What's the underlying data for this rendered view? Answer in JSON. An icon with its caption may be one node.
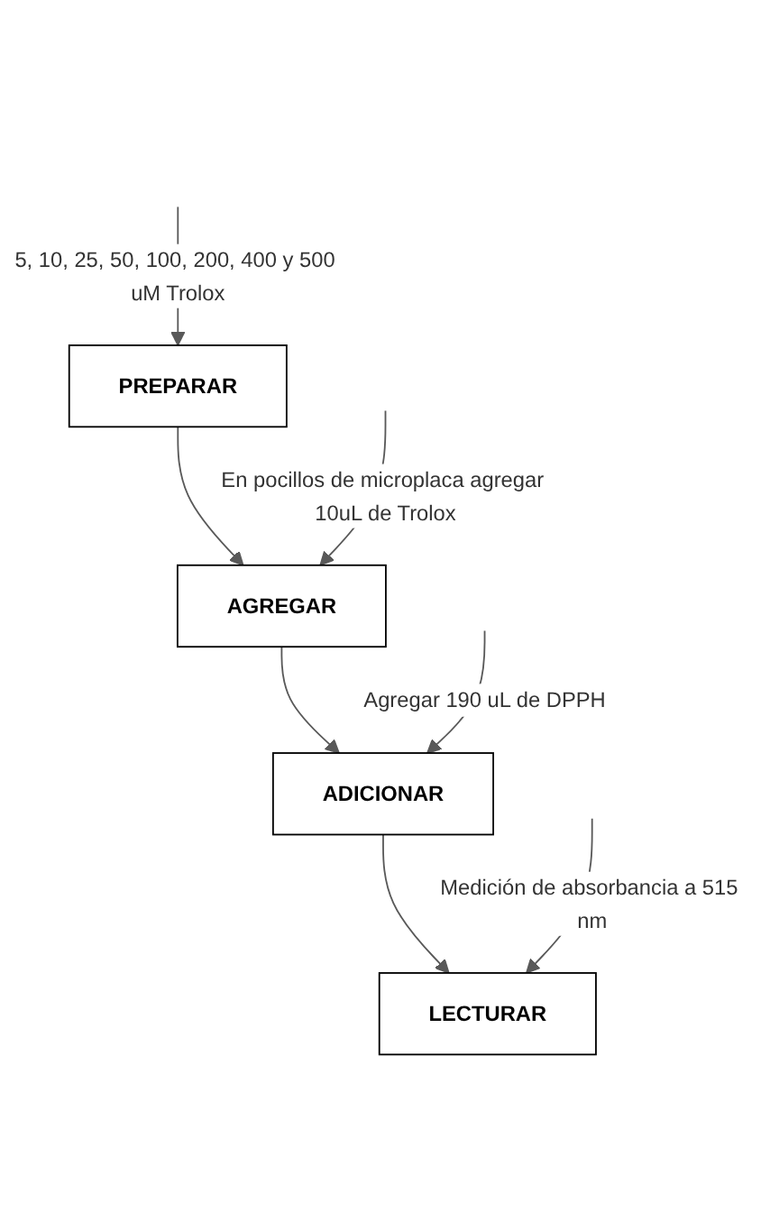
{
  "diagram": {
    "nodes": [
      {
        "text": [
          "PREPARAR"
        ]
      },
      {
        "text": [
          "AGREGAR"
        ]
      },
      {
        "text": [
          "ADICIONAR"
        ]
      },
      {
        "text": [
          "LECTURAR"
        ]
      }
    ],
    "edges": [
      {
        "from": null,
        "to": 0,
        "arrow": "to",
        "label": "5, 10, 25, 50, 100, 200, 400 y 500 uM Trolox"
      },
      {
        "from": 0,
        "to": 1,
        "arrow": "to"
      },
      {
        "from": null,
        "to": 1,
        "arrow": "to",
        "label": "En pocillos de microplaca agregar 10uL de Trolox"
      },
      {
        "from": 1,
        "to": 2,
        "arrow": "to"
      },
      {
        "from": null,
        "to": 2,
        "arrow": "to",
        "label": "Agregar 190 uL de DPPH"
      },
      {
        "from": 2,
        "to": 3,
        "arrow": "to"
      },
      {
        "from": null,
        "to": 3,
        "arrow": "to",
        "label": "Medición de absorbancia a 515 nm"
      }
    ]
  }
}
